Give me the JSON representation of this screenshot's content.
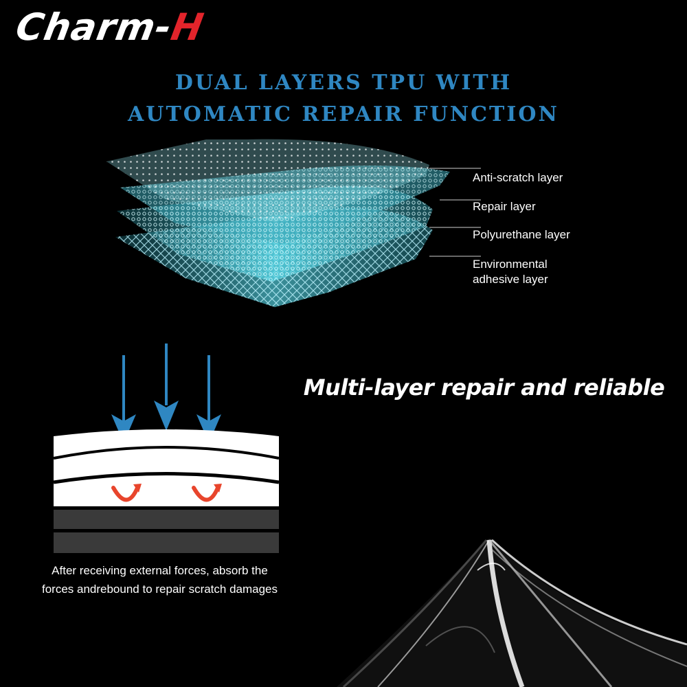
{
  "brand": {
    "part1": "Charm-",
    "part2": "H"
  },
  "headline": {
    "line1": "DUAL LAYERS TPU WITH",
    "line2": "AUTOMATIC REPAIR FUNCTION"
  },
  "layers": [
    {
      "label": "Anti-scratch layer"
    },
    {
      "label": "Repair layer"
    },
    {
      "label": "Polyurethane layer"
    },
    {
      "label_line1": "Environmental",
      "label_line2": "adhesive layer"
    }
  ],
  "tagline": "Multi-layer repair and reliable",
  "caption": {
    "line1": "After receiving external forces, absorb the",
    "line2": "forces andrebound to repair scratch damages"
  },
  "colors": {
    "background": "#000000",
    "headline": "#2f87c2",
    "brand_accent": "#e3242b",
    "arrow": "#2f87c2",
    "repair_mark": "#e8452c",
    "layer_cyan": "#58d8e8"
  },
  "icons": [
    "down-arrow-icon",
    "rebound-arrow-icon"
  ]
}
